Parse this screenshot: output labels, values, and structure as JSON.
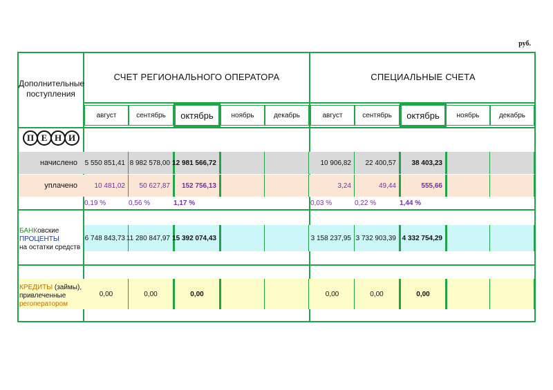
{
  "unit": "руб.",
  "header": {
    "left_title": "Дополнительные поступления",
    "regional_title": "СЧЕТ РЕГИОНАЛЬНОГО ОПЕРАТОРА",
    "special_title": "СПЕЦИАЛЬНЫЕ СЧЕТА"
  },
  "months": [
    "август",
    "сентябрь",
    "октябрь",
    "ноябрь",
    "декабрь"
  ],
  "current_month_index": 2,
  "peni": {
    "letters": [
      "П",
      "Е",
      "Н",
      "И"
    ],
    "accrued": {
      "label": "начислено",
      "regional": [
        "5 550 851,41",
        "8 982 578,00",
        "12 981 566,72",
        "",
        ""
      ],
      "special": [
        "10 906,82",
        "22 400,57",
        "38 403,23",
        "",
        ""
      ]
    },
    "paid": {
      "label": "уплачено",
      "regional": [
        "10 481,02",
        "50 627,87",
        "152 756,13",
        "",
        ""
      ],
      "special": [
        "3,24",
        "49,44",
        "555,66",
        "",
        ""
      ]
    },
    "percent": {
      "regional": [
        "0,19 %",
        "0,56 %",
        "1,17 %"
      ],
      "special": [
        "0,03 %",
        "0,22 %",
        "1,44 %"
      ]
    }
  },
  "bank": {
    "label_part1": "БАНК",
    "label_part2": "овские",
    "label_line2": "ПРОЦЕНТЫ",
    "label_line3": "на остатки средств",
    "regional": [
      "6 748 843,73",
      "11 280 847,97",
      "15 392 074,43",
      "",
      ""
    ],
    "special": [
      "3 158 237,95",
      "3 732 903,39",
      "4 332 754,29",
      "",
      ""
    ]
  },
  "credits": {
    "label_part1": "КРЕДИТЫ",
    "label_part2": " (займы),",
    "label_line2": "привлеченные",
    "label_line3": "регоператором",
    "regional": [
      "0,00",
      "0,00",
      "0,00",
      "",
      ""
    ],
    "special": [
      "0,00",
      "0,00",
      "0,00",
      "",
      ""
    ]
  }
}
